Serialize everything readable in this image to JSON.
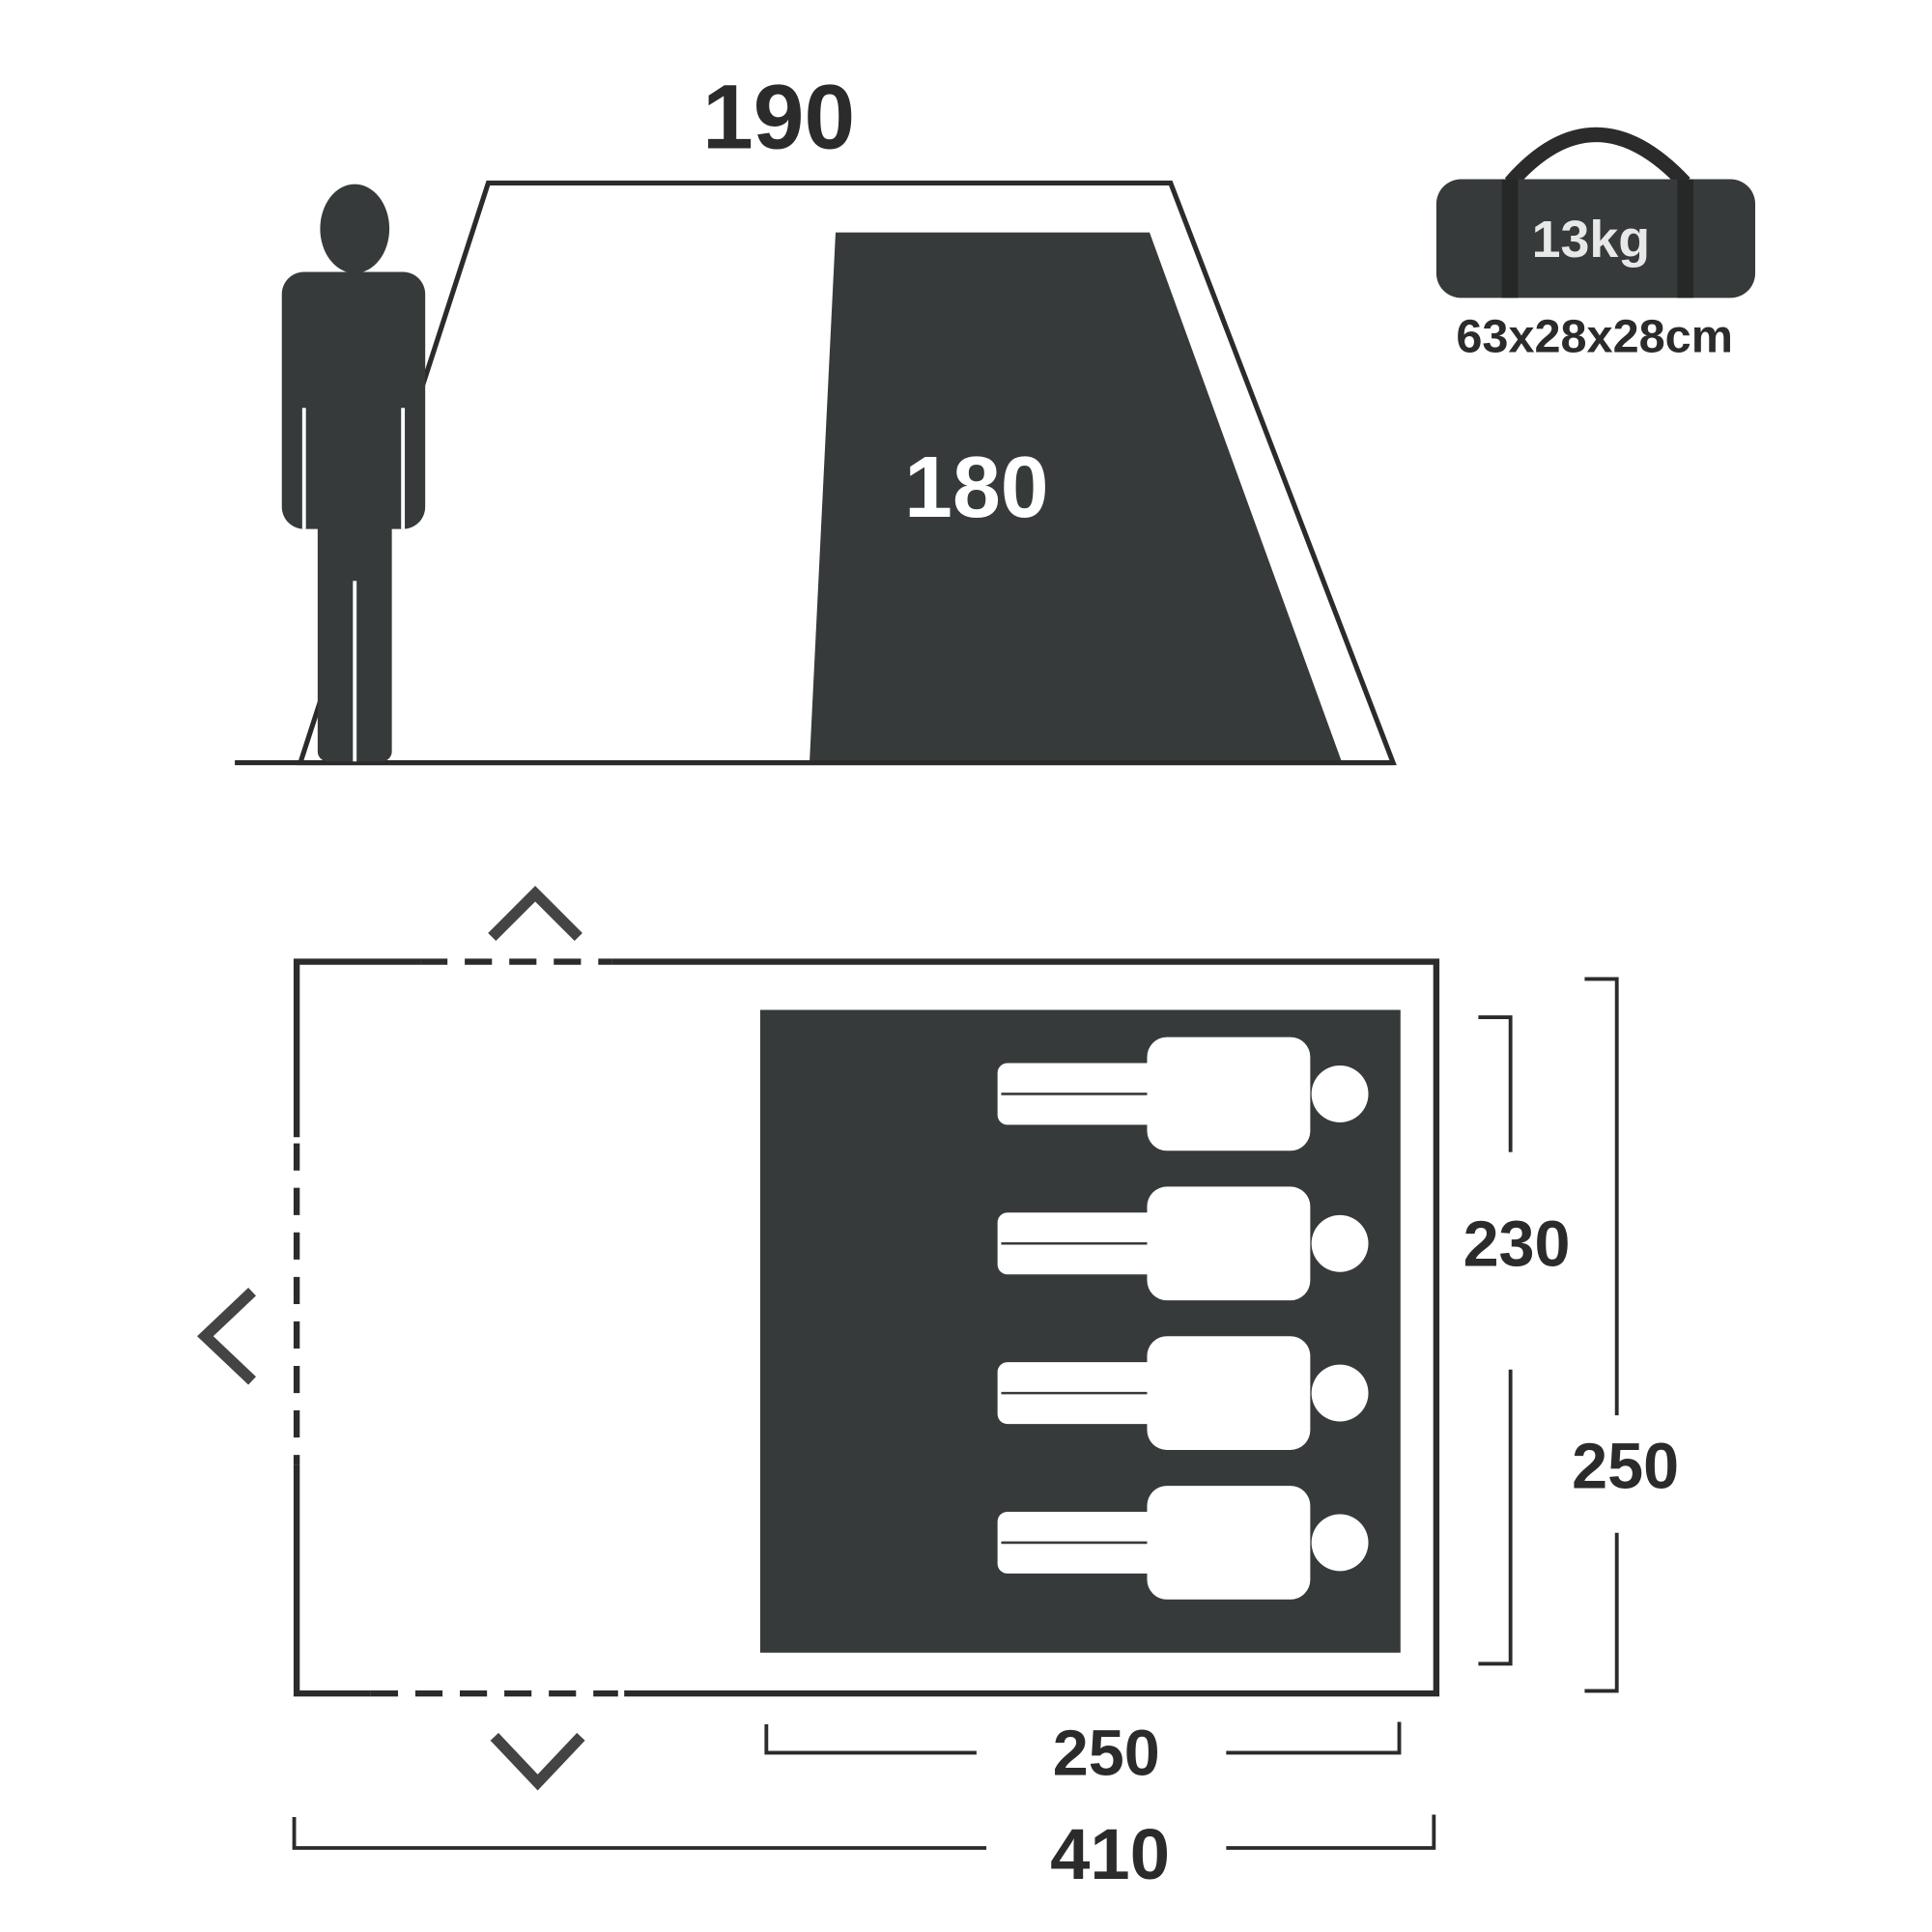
{
  "side_view": {
    "total_height": "190",
    "inner_height": "180"
  },
  "bag": {
    "weight": "13kg",
    "dimensions": "63x28x28cm"
  },
  "floor_plan": {
    "inner_depth": "230",
    "outer_depth": "250",
    "inner_length": "250",
    "outer_length": "410",
    "sleepers": 4
  },
  "colors": {
    "dark": "#363a3a",
    "line": "#2b2b2b",
    "light_text": "#e8e8e8"
  }
}
